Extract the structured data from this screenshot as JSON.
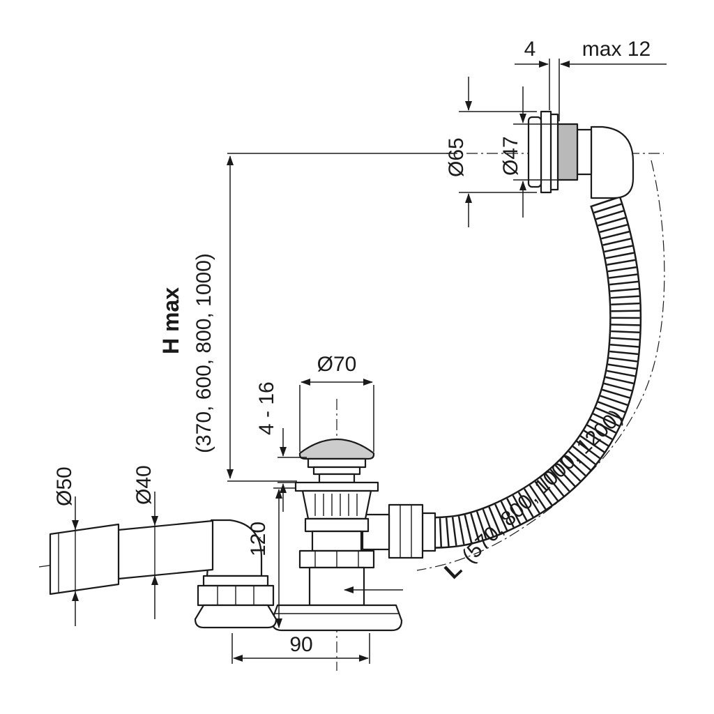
{
  "title": "Bath waste and overflow drain technical dimension diagram",
  "labels": {
    "gap": "4",
    "max_offset": "max 12",
    "dia_overflow_outer": "Ø65",
    "dia_overflow_inner": "Ø47",
    "h_max": "H max",
    "h_max_values": "(370, 600, 800, 1000)",
    "dia_plug": "Ø70",
    "rim_thickness": "4 - 16",
    "dia_outlet_outer": "Ø50",
    "dia_outlet_inner": "Ø40",
    "height_base": "120",
    "width_base": "90",
    "length_label": "L",
    "length_values": "(570, 800, 1000, 1200)"
  },
  "colors": {
    "line": "#1a1a1a",
    "shade": "#b9b9b9",
    "shade_light": "#cccccc",
    "background": "#ffffff"
  }
}
